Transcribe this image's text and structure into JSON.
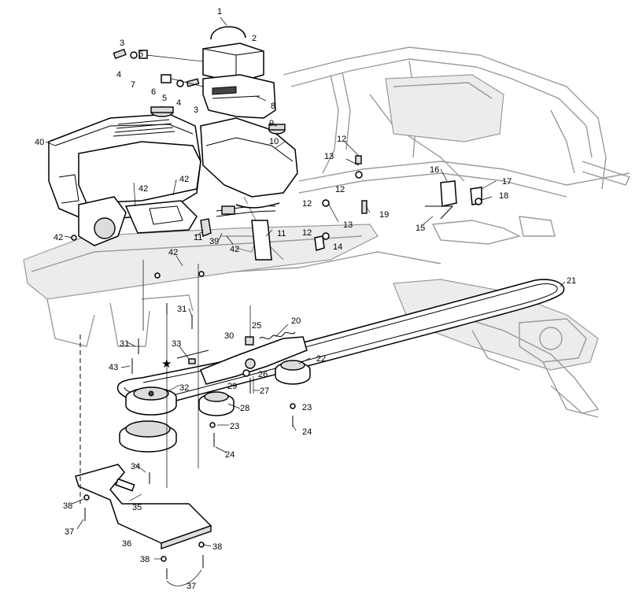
{
  "labels": [
    {
      "id": "p1",
      "text": "1"
    },
    {
      "id": "p2",
      "text": "2"
    },
    {
      "id": "p3a",
      "text": "3"
    },
    {
      "id": "p3b",
      "text": "3"
    },
    {
      "id": "p4a",
      "text": "4"
    },
    {
      "id": "p4b",
      "text": "4"
    },
    {
      "id": "p5a",
      "text": "5"
    },
    {
      "id": "p5b",
      "text": "5"
    },
    {
      "id": "p6",
      "text": "6"
    },
    {
      "id": "p7",
      "text": "7"
    },
    {
      "id": "p8",
      "text": "8"
    },
    {
      "id": "p9",
      "text": "9"
    },
    {
      "id": "p10",
      "text": "10"
    },
    {
      "id": "p11a",
      "text": "11"
    },
    {
      "id": "p11b",
      "text": "11"
    },
    {
      "id": "p12a",
      "text": "12"
    },
    {
      "id": "p12b",
      "text": "12"
    },
    {
      "id": "p12c",
      "text": "12"
    },
    {
      "id": "p12d",
      "text": "12"
    },
    {
      "id": "p13a",
      "text": "13"
    },
    {
      "id": "p13b",
      "text": "13"
    },
    {
      "id": "p14",
      "text": "14"
    },
    {
      "id": "p15",
      "text": "15"
    },
    {
      "id": "p16",
      "text": "16"
    },
    {
      "id": "p17",
      "text": "17"
    },
    {
      "id": "p18",
      "text": "18"
    },
    {
      "id": "p19",
      "text": "19"
    },
    {
      "id": "p20",
      "text": "20"
    },
    {
      "id": "p21",
      "text": "21"
    },
    {
      "id": "p22",
      "text": "22"
    },
    {
      "id": "p23a",
      "text": "23"
    },
    {
      "id": "p23b",
      "text": "23"
    },
    {
      "id": "p24a",
      "text": "24"
    },
    {
      "id": "p24b",
      "text": "24"
    },
    {
      "id": "p25",
      "text": "25"
    },
    {
      "id": "p26",
      "text": "26"
    },
    {
      "id": "p27",
      "text": "27"
    },
    {
      "id": "p28",
      "text": "28"
    },
    {
      "id": "p29",
      "text": "29"
    },
    {
      "id": "p30",
      "text": "30"
    },
    {
      "id": "p31a",
      "text": "31"
    },
    {
      "id": "p31b",
      "text": "31"
    },
    {
      "id": "p32",
      "text": "32"
    },
    {
      "id": "p33",
      "text": "33"
    },
    {
      "id": "p34",
      "text": "34"
    },
    {
      "id": "p35",
      "text": "35"
    },
    {
      "id": "p36",
      "text": "36"
    },
    {
      "id": "p37a",
      "text": "37"
    },
    {
      "id": "p37b",
      "text": "37"
    },
    {
      "id": "p38a",
      "text": "38"
    },
    {
      "id": "p38b",
      "text": "38"
    },
    {
      "id": "p38c",
      "text": "38"
    },
    {
      "id": "p39",
      "text": "39"
    },
    {
      "id": "p40",
      "text": "40"
    },
    {
      "id": "p42a",
      "text": "42"
    },
    {
      "id": "p42b",
      "text": "42"
    },
    {
      "id": "p42c",
      "text": "42"
    },
    {
      "id": "p42d",
      "text": "42"
    },
    {
      "id": "p42e",
      "text": "42"
    },
    {
      "id": "p43",
      "text": "43"
    }
  ],
  "star_symbol": "★"
}
